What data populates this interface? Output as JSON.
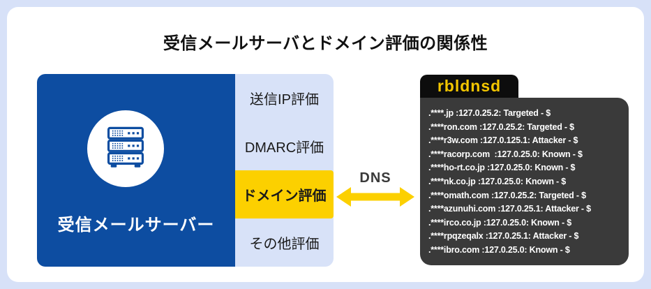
{
  "title": "受信メールサーバとドメイン評価の関係性",
  "mail_server": {
    "label": "受信メールサーバー",
    "icon": "server-rack-icon"
  },
  "evaluations": {
    "items": [
      {
        "label": "送信IP評価",
        "highlighted": false
      },
      {
        "label": "DMARC評価",
        "highlighted": false
      },
      {
        "label": "ドメイン評価",
        "highlighted": true
      },
      {
        "label": "その他評価",
        "highlighted": false
      }
    ]
  },
  "dns": {
    "label": "DNS",
    "arrow": "double-headed-horizontal"
  },
  "rbldnsd": {
    "label": "rbldnsd",
    "records": [
      ".****.jp :127.0.25.2: Targeted - $",
      ".****ron.com :127.0.25.2: Targeted - $",
      ".****r3w.com :127.0.125.1: Attacker - $",
      ".****racorp.com  :127.0.25.0: Known - $",
      ".****ho-rt.co.jp :127.0.25.0: Known - $",
      ".****nk.co.jp :127.0.25.0: Known - $",
      ".****omath.com :127.0.25.2: Targeted - $",
      ".****azunuhi.com :127.0.25.1: Attacker - $",
      ".****irco.co.jp :127.0.25.0: Known - $",
      ".****rpqzeqalx :127.0.25.1: Attacker - $",
      ".****ibro.com :127.0.25.0: Known - $"
    ]
  },
  "colors": {
    "page_border": "#d7e1f8",
    "card": "#ffffff",
    "server_blue": "#0d4da1",
    "eval_lavender": "#d8e2f8",
    "highlight_yellow": "#fcd000",
    "panel_dark": "#3a3a3a",
    "tab_black": "#0d0d0d",
    "rbldnsd_gold": "#f3c600"
  }
}
